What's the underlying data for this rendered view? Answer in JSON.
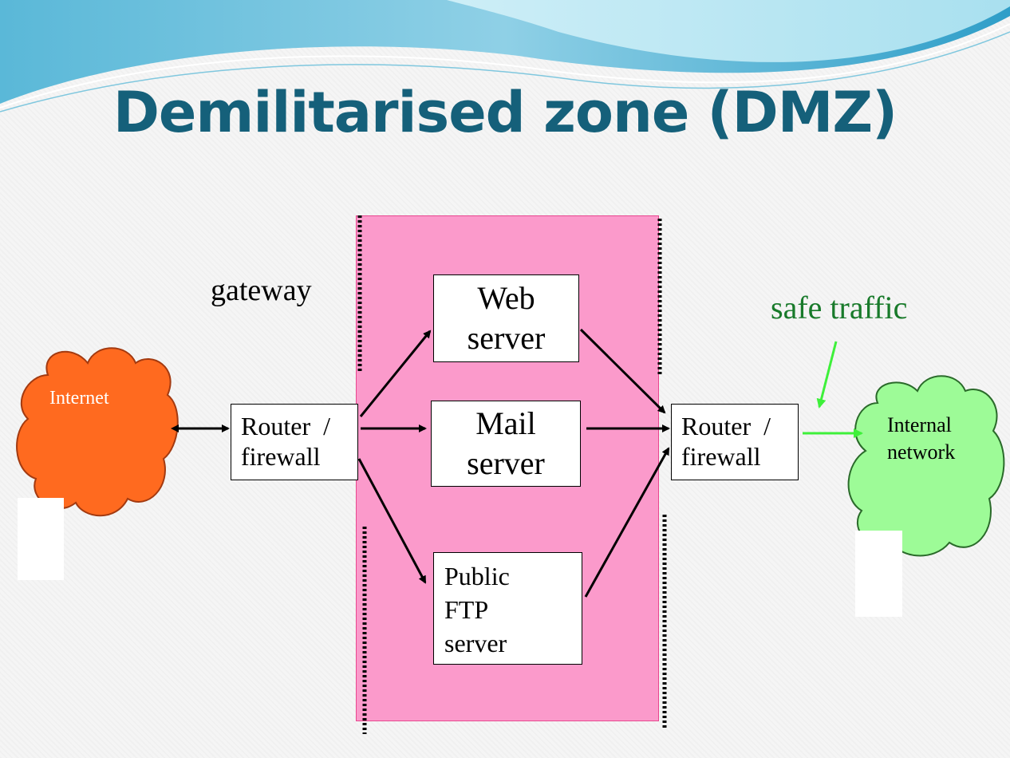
{
  "title": "Demilitarised zone (DMZ)",
  "labels": {
    "gateway": "gateway",
    "safe_traffic": "safe traffic"
  },
  "nodes": {
    "internet": "Internet",
    "internal": [
      "Internal",
      "network"
    ],
    "router_left": [
      "Router  /",
      "firewall"
    ],
    "router_right": [
      "Router  /",
      "firewall"
    ],
    "web_server": [
      "Web",
      "server"
    ],
    "mail_server": [
      "Mail",
      "server"
    ],
    "ftp_server": [
      "Public",
      "FTP",
      "server"
    ]
  },
  "colors": {
    "title": "#15607a",
    "dmz_zone": "#fb9acb",
    "internet_cloud": "#ff6a1f",
    "internal_cloud": "#9dfb97",
    "safe_traffic": "#187a2a",
    "safe_arrow": "#3ef03a"
  },
  "icons": [
    "internet-cloud-icon",
    "internal-network-cloud-icon"
  ]
}
